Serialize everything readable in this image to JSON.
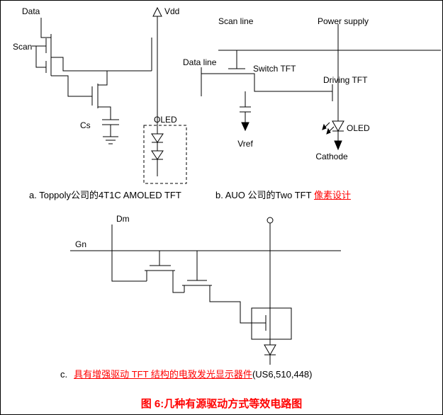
{
  "colors": {
    "ink": "#000000",
    "red": "#ff0000"
  },
  "circuit_a": {
    "caption": "a. Toppoly公司的4T1C AMOLED TFT",
    "labels": {
      "data": "Data",
      "scan": "Scan",
      "vdd": "Vdd",
      "cs": "Cs",
      "oled": "OLED"
    }
  },
  "circuit_b": {
    "caption_black": "b. AUO 公司的Two TFT ",
    "caption_red": "像素设计",
    "labels": {
      "scan_line": "Scan line",
      "power_supply": "Power supply",
      "data_line": "Data line",
      "switch_tft": "Switch TFT",
      "driving_tft": "Driving TFT",
      "vref": "Vref",
      "oled": "OLED",
      "cathode": "Cathode"
    }
  },
  "circuit_c": {
    "caption_prefix": "c.",
    "caption_red": "具有增强驱动 TFT 结构的电致发光显示器件",
    "caption_suffix": "(US6,510,448)",
    "labels": {
      "dm": "Dm",
      "gn": "Gn"
    }
  },
  "figure_caption": "图 6:几种有源驱动方式等效电路图"
}
